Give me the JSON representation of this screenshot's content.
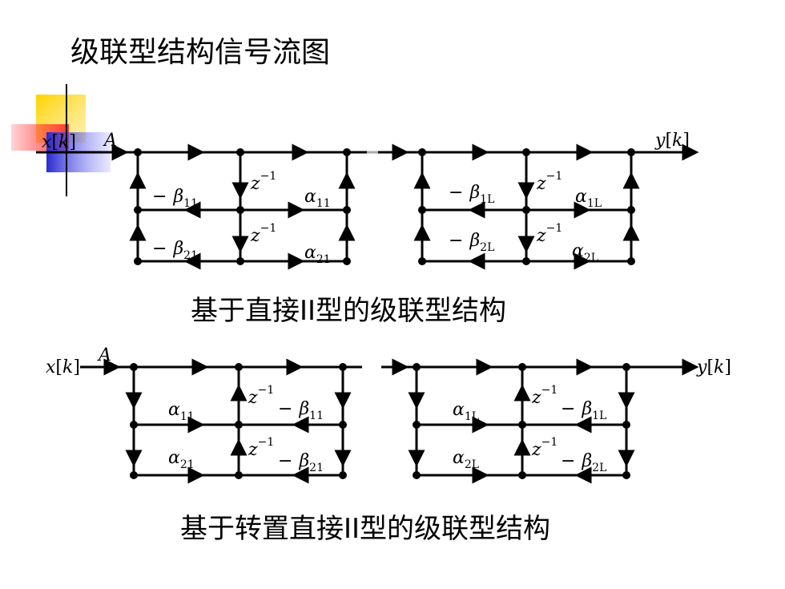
{
  "title": "级联型结构信号流图",
  "caption_top": "基于直接II型的级联型结构",
  "caption_bottom": "基于转置直接II型的级联型结构",
  "signals": {
    "input": "x",
    "output": "y",
    "index": "k",
    "gain": "A"
  },
  "delay": {
    "symbol": "z",
    "exponent": "−1"
  },
  "minus": "−",
  "coefficients": {
    "beta": "β",
    "alpha": "α",
    "b11": "11",
    "b21": "21",
    "a11": "11",
    "a21": "21",
    "b1L": "1L",
    "b2L": "2L",
    "a1L": "1L",
    "a2L": "2L"
  },
  "colors": {
    "line": "#000000",
    "deco_yellow": "#ffd400",
    "deco_red": "#ff3030",
    "deco_blue": "#3a3ad8"
  },
  "icons": [
    "slide-decoration-icon"
  ]
}
